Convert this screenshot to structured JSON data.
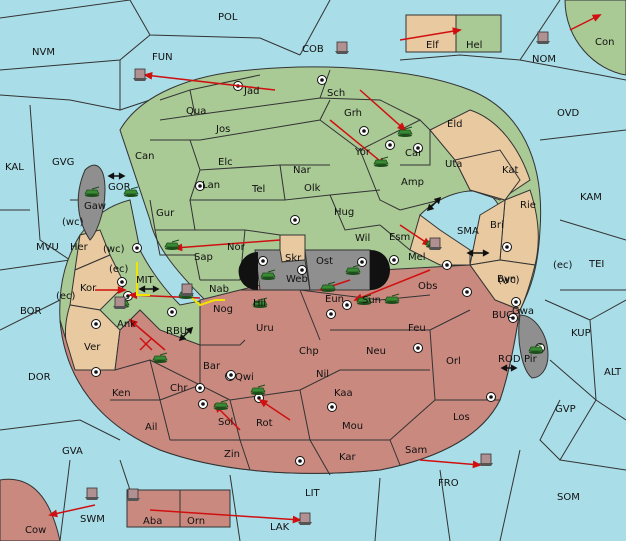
{
  "colors": {
    "sea": "#a9dde8",
    "green_player": "#a9c995",
    "tan_player": "#e8c9a0",
    "red_player": "#c9897f",
    "neutral": "#8f8f8f",
    "arrow_red": "#d01010",
    "arrow_yellow": "#f2e400"
  },
  "sea_labels": [
    "POL",
    "NVM",
    "FUN",
    "COB",
    "NOM",
    "OVD",
    "KAL",
    "GVG",
    "GOR",
    "KAM",
    "MVU",
    "SMA",
    "TEI",
    "MIT",
    "BOR",
    "BUC",
    "KUP",
    "RBU",
    "ROD",
    "DOR",
    "ALT",
    "GVP",
    "GVA",
    "FRO",
    "SOM",
    "LIT",
    "SWM",
    "LAK",
    "(wc)",
    "(wc)",
    "(ec)",
    "(ec)",
    "(wc)",
    "(ec)"
  ],
  "green_labels": [
    "Jad",
    "Sch",
    "Qua",
    "Grh",
    "Jos",
    "Eld",
    "Can",
    "Yor",
    "Car",
    "Elc",
    "Nar",
    "Amp",
    "Tel",
    "Olk",
    "Gur",
    "Lan",
    "Hug",
    "Wil",
    "Esm",
    "Nor",
    "Sap",
    "Nab",
    "Hel"
  ],
  "tan_labels": [
    "Uta",
    "Kat",
    "Rie",
    "Bri",
    "Byn",
    "Mel",
    "Gwa",
    "Her",
    "Kor",
    "Ver",
    "Skr",
    "Chp",
    "Elf"
  ],
  "red_labels": [
    "Obs",
    "Sun",
    "Eun",
    "Hil",
    "Nog",
    "Uru",
    "Feu",
    "Ank",
    "Neu",
    "Orl",
    "Bar",
    "Qwi",
    "Nil",
    "Ken",
    "Chr",
    "Kaa",
    "Los",
    "Ail",
    "Rot",
    "Sol",
    "Mou",
    "Sam",
    "Zin",
    "Kar",
    "Aba",
    "Orn",
    "Cow"
  ],
  "neutral_labels": [
    "Gaw",
    "Web",
    "Ost",
    "Pir",
    "Con"
  ]
}
